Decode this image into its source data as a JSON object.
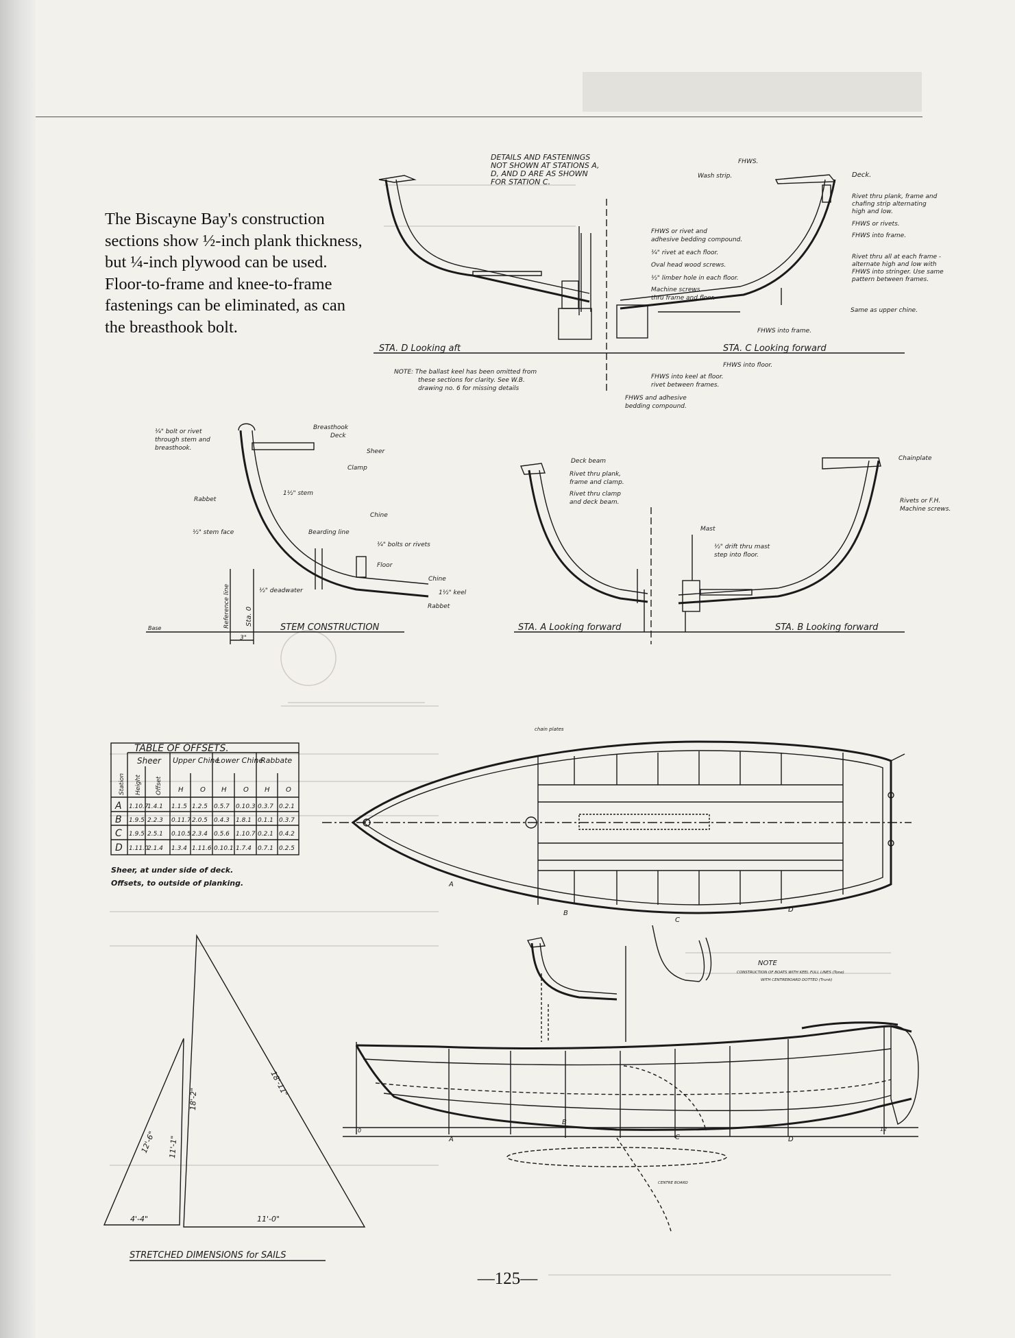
{
  "caption": "The Biscayne Bay's construction sections show ½-inch plank thickness, but ¼-inch plywood can be used. Floor-to-frame and knee-to-frame fastenings can be eliminated, as can the breasthook bolt.",
  "page_number": "—125—",
  "sections": {
    "note_top": [
      "DETAILS AND FASTENINGS",
      "NOT SHOWN AT STATIONS A,",
      "D, AND D ARE AS SHOWN",
      "FOR STATION C."
    ],
    "sta_d_aft": "STA. D  Looking aft",
    "sta_c_fwd": "STA. C  Looking forward",
    "note_ballast": [
      "NOTE: The ballast keel has been omitted from",
      "these sections for clarity. See W.B.",
      "drawing no. 6  for missing details"
    ],
    "labels_c": {
      "fhws": "FHWS.",
      "wash_strip": "Wash strip.",
      "deck": "Deck.",
      "rivet_thru_plank": [
        "Rivet thru plank, frame and",
        "chafing strip alternating",
        "high and low."
      ],
      "fhws_rivets": "FHWS or rivets.",
      "fhws_frame": "FHWS into frame.",
      "rivet_each_frame": [
        "Rivet thru all at each frame -",
        "alternate high and low with",
        "FHWS into stringer. Use same",
        "pattern between frames."
      ],
      "same_upper": "Same as upper chine.",
      "fhws_frame2": "FHWS into frame.",
      "fhws_floor": "FHWS into floor.",
      "fhws_keel": [
        "FHWS into keel at floor.",
        "rivet between frames."
      ],
      "fhws_adhesive": [
        "FHWS and adhesive",
        "bedding compound."
      ],
      "fhws_rivet_adhesive": [
        "FHWS or rivet and",
        "adhesive bedding compound."
      ],
      "rivet_floor": "¼\" rivet at each floor.",
      "oval_head": "Oval head wood screws.",
      "limber": "½\" limber hole in each floor.",
      "machine": [
        "Machine screws",
        "thru frame and floor."
      ]
    },
    "stem": {
      "title": "STEM  CONSTRUCTION",
      "bolt": [
        "¼\" bolt or rivet",
        "through stem and",
        "breasthook."
      ],
      "breasthook": "Breasthook",
      "deck": "Deck",
      "sheer": "Sheer",
      "clamp": "Clamp",
      "rabbet": "Rabbet",
      "stem": "1½\" stem",
      "chine": "Chine",
      "stem_face": "½\" stem face",
      "bearding": "Bearding line",
      "bolts": "¼\" bolts or rivets",
      "floor": "Floor",
      "chine2": "Chine",
      "deadwater": "½\" deadwater",
      "keel": "1½\" keel",
      "rabbet2": "Rabbet",
      "base": "Base",
      "ref": "Reference line",
      "sta0": "Sta. 0",
      "dim": "3\""
    },
    "sta_a_fwd": "STA. A  Looking forward",
    "sta_b_fwd": "STA. B  Looking forward",
    "labels_a": {
      "deck_beam": "Deck beam",
      "rivet_plank": [
        "Rivet thru plank,",
        "frame and clamp."
      ],
      "rivet_clamp": [
        "Rivet thru clamp",
        "and deck beam."
      ],
      "mast": "Mast",
      "drift": [
        "½\" drift thru mast",
        "step into floor."
      ],
      "chainplate": "Chainplate",
      "rivets_fh": [
        "Rivets or F.H.",
        "Machine screws."
      ]
    }
  },
  "offsets": {
    "title": "TABLE  OF  OFFSETS.",
    "groups": [
      "Sheer",
      "Upper Chine",
      "Lower Chine",
      "Rabbate"
    ],
    "subheads": [
      "Station",
      "Height",
      "Offset",
      "H",
      "O",
      "H",
      "O",
      "H",
      "O"
    ],
    "rows": [
      [
        "A",
        "1.10.7",
        "1.4.1",
        "1.1.5",
        "1.2.5",
        "0.5.7",
        "0.10.3",
        "0.3.7",
        "0.2.1"
      ],
      [
        "B",
        "1.9.5",
        "2.2.3",
        "0.11.7",
        "2.0.5",
        "0.4.3",
        "1.8.1",
        "0.1.1",
        "0.3.7"
      ],
      [
        "C",
        "1.9.5",
        "2.5.1",
        "0.10.5",
        "2.3.4",
        "0.5.6",
        "1.10.7",
        "0.2.1",
        "0.4.2"
      ],
      [
        "D",
        "1.11.0",
        "2.1.4",
        "1.3.4",
        "1.11.6",
        "0.10.1",
        "1.7.4",
        "0.7.1",
        "0.2.5"
      ]
    ],
    "note": [
      "Sheer, at under side of deck.",
      "Offsets, to outside of planking."
    ]
  },
  "plan": {
    "stations": [
      "A",
      "B",
      "C",
      "D"
    ],
    "chain_plates": "chain plates",
    "note_title": "NOTE",
    "note_lines": [
      "CONSTRUCTION OF BOATS WITH KEEL FULL LINES (Tone)",
      "WITH CENTREBOARD DOTTED (Trunk)"
    ]
  },
  "profile": {
    "stations": [
      "0",
      "A",
      "B",
      "C",
      "D",
      "12"
    ],
    "centreboard": "CENTRE BOARD"
  },
  "sails": {
    "jib_luff": "12'-6\"",
    "jib_leech": "11'-1\"",
    "jib_foot": "4'-4\"",
    "main_luff": "18'-2\"",
    "main_leech": "18'-11\"",
    "main_foot": "11'-0\"",
    "caption": "STRETCHED  DIMENSIONS  for  SAILS"
  }
}
